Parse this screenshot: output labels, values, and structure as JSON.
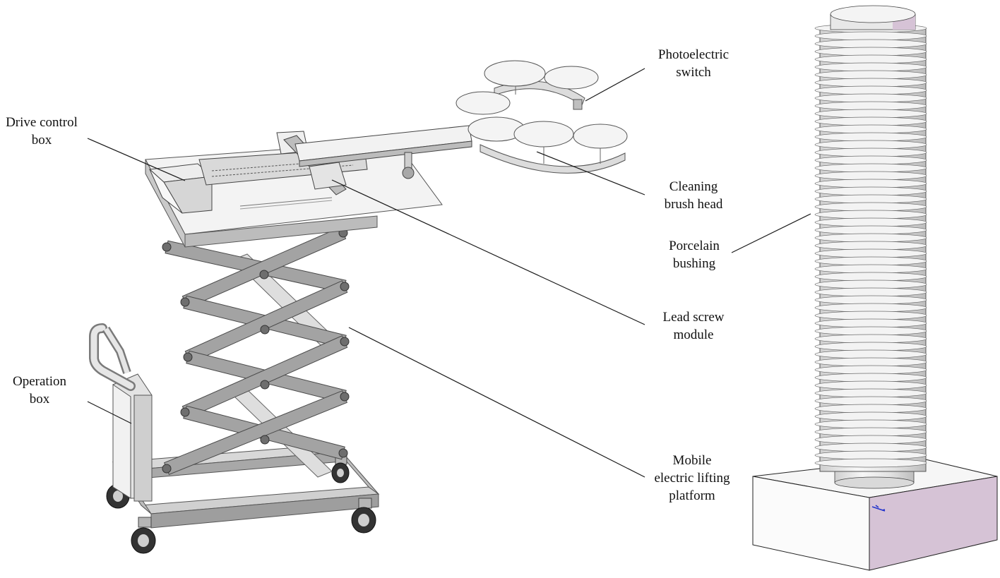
{
  "labels": {
    "drive_control_box": [
      "Drive control",
      "box"
    ],
    "operation_box": [
      "Operation",
      "box"
    ],
    "photoelectric_switch": [
      "Photoelectric",
      "switch"
    ],
    "cleaning_brush_head": [
      "Cleaning",
      "brush head"
    ],
    "porcelain_bushing": [
      "Porcelain",
      "bushing"
    ],
    "lead_screw_module": [
      "Lead screw",
      "module"
    ],
    "mobile_electric_lifting_platform": [
      "Mobile",
      "electric lifting",
      "platform"
    ]
  },
  "colors": {
    "line": "#1a1a1a",
    "metal_light": "#e9e9e9",
    "metal_mid": "#bdbdbd",
    "metal_dark": "#8a8a8a",
    "base_side": "#d6c3d6",
    "base_front": "#fbfbfb"
  }
}
